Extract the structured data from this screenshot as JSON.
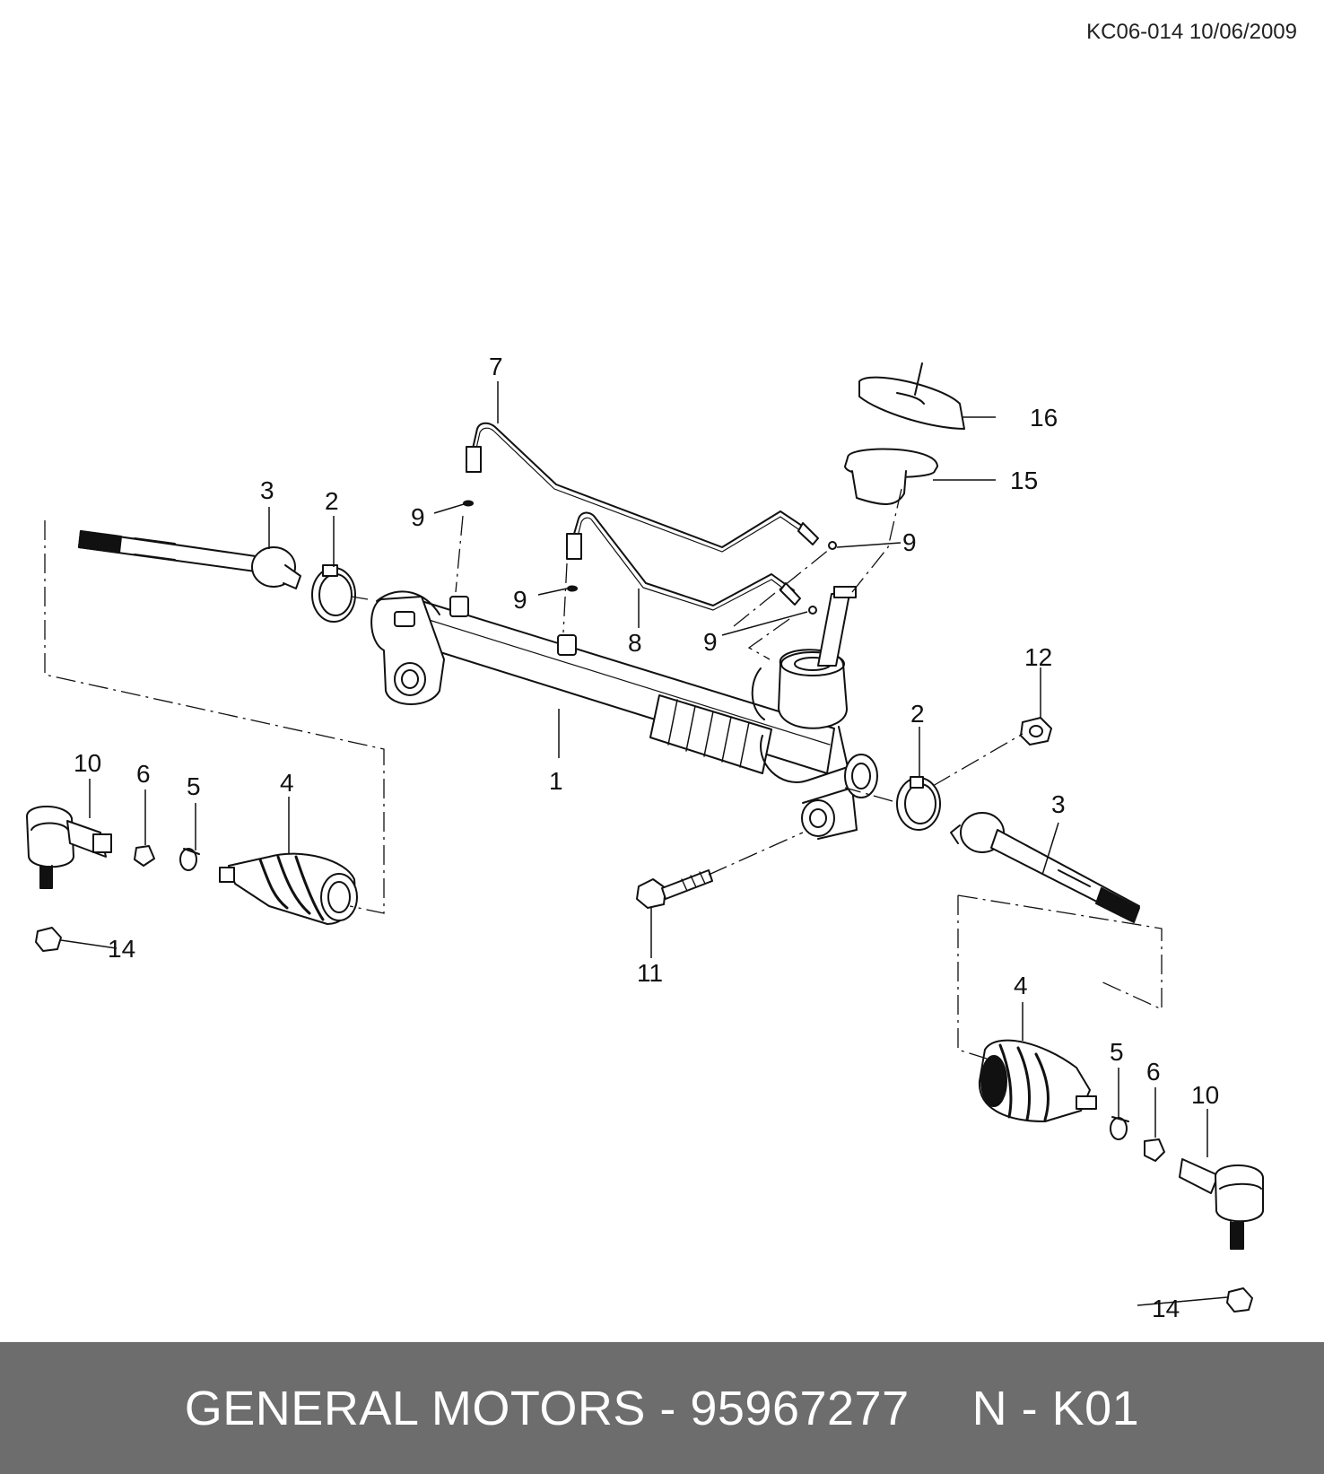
{
  "header": {
    "reference": "KC06-014 10/06/2009"
  },
  "callouts": [
    {
      "key": "c1",
      "label": "1"
    },
    {
      "key": "c2a",
      "label": "2"
    },
    {
      "key": "c2b",
      "label": "2"
    },
    {
      "key": "c3a",
      "label": "3"
    },
    {
      "key": "c3b",
      "label": "3"
    },
    {
      "key": "c4a",
      "label": "4"
    },
    {
      "key": "c4b",
      "label": "4"
    },
    {
      "key": "c5a",
      "label": "5"
    },
    {
      "key": "c5b",
      "label": "5"
    },
    {
      "key": "c6a",
      "label": "6"
    },
    {
      "key": "c6b",
      "label": "6"
    },
    {
      "key": "c7",
      "label": "7"
    },
    {
      "key": "c8",
      "label": "8"
    },
    {
      "key": "c9a",
      "label": "9"
    },
    {
      "key": "c9b",
      "label": "9"
    },
    {
      "key": "c9c",
      "label": "9"
    },
    {
      "key": "c9d",
      "label": "9"
    },
    {
      "key": "c10a",
      "label": "10"
    },
    {
      "key": "c10b",
      "label": "10"
    },
    {
      "key": "c11",
      "label": "11"
    },
    {
      "key": "c12",
      "label": "12"
    },
    {
      "key": "c14a",
      "label": "14"
    },
    {
      "key": "c14b",
      "label": "14"
    },
    {
      "key": "c15",
      "label": "15"
    },
    {
      "key": "c16",
      "label": "16"
    }
  ],
  "footer": {
    "part_text": "GENERAL MOTORS - 95967277",
    "code_text": "N - K01"
  }
}
